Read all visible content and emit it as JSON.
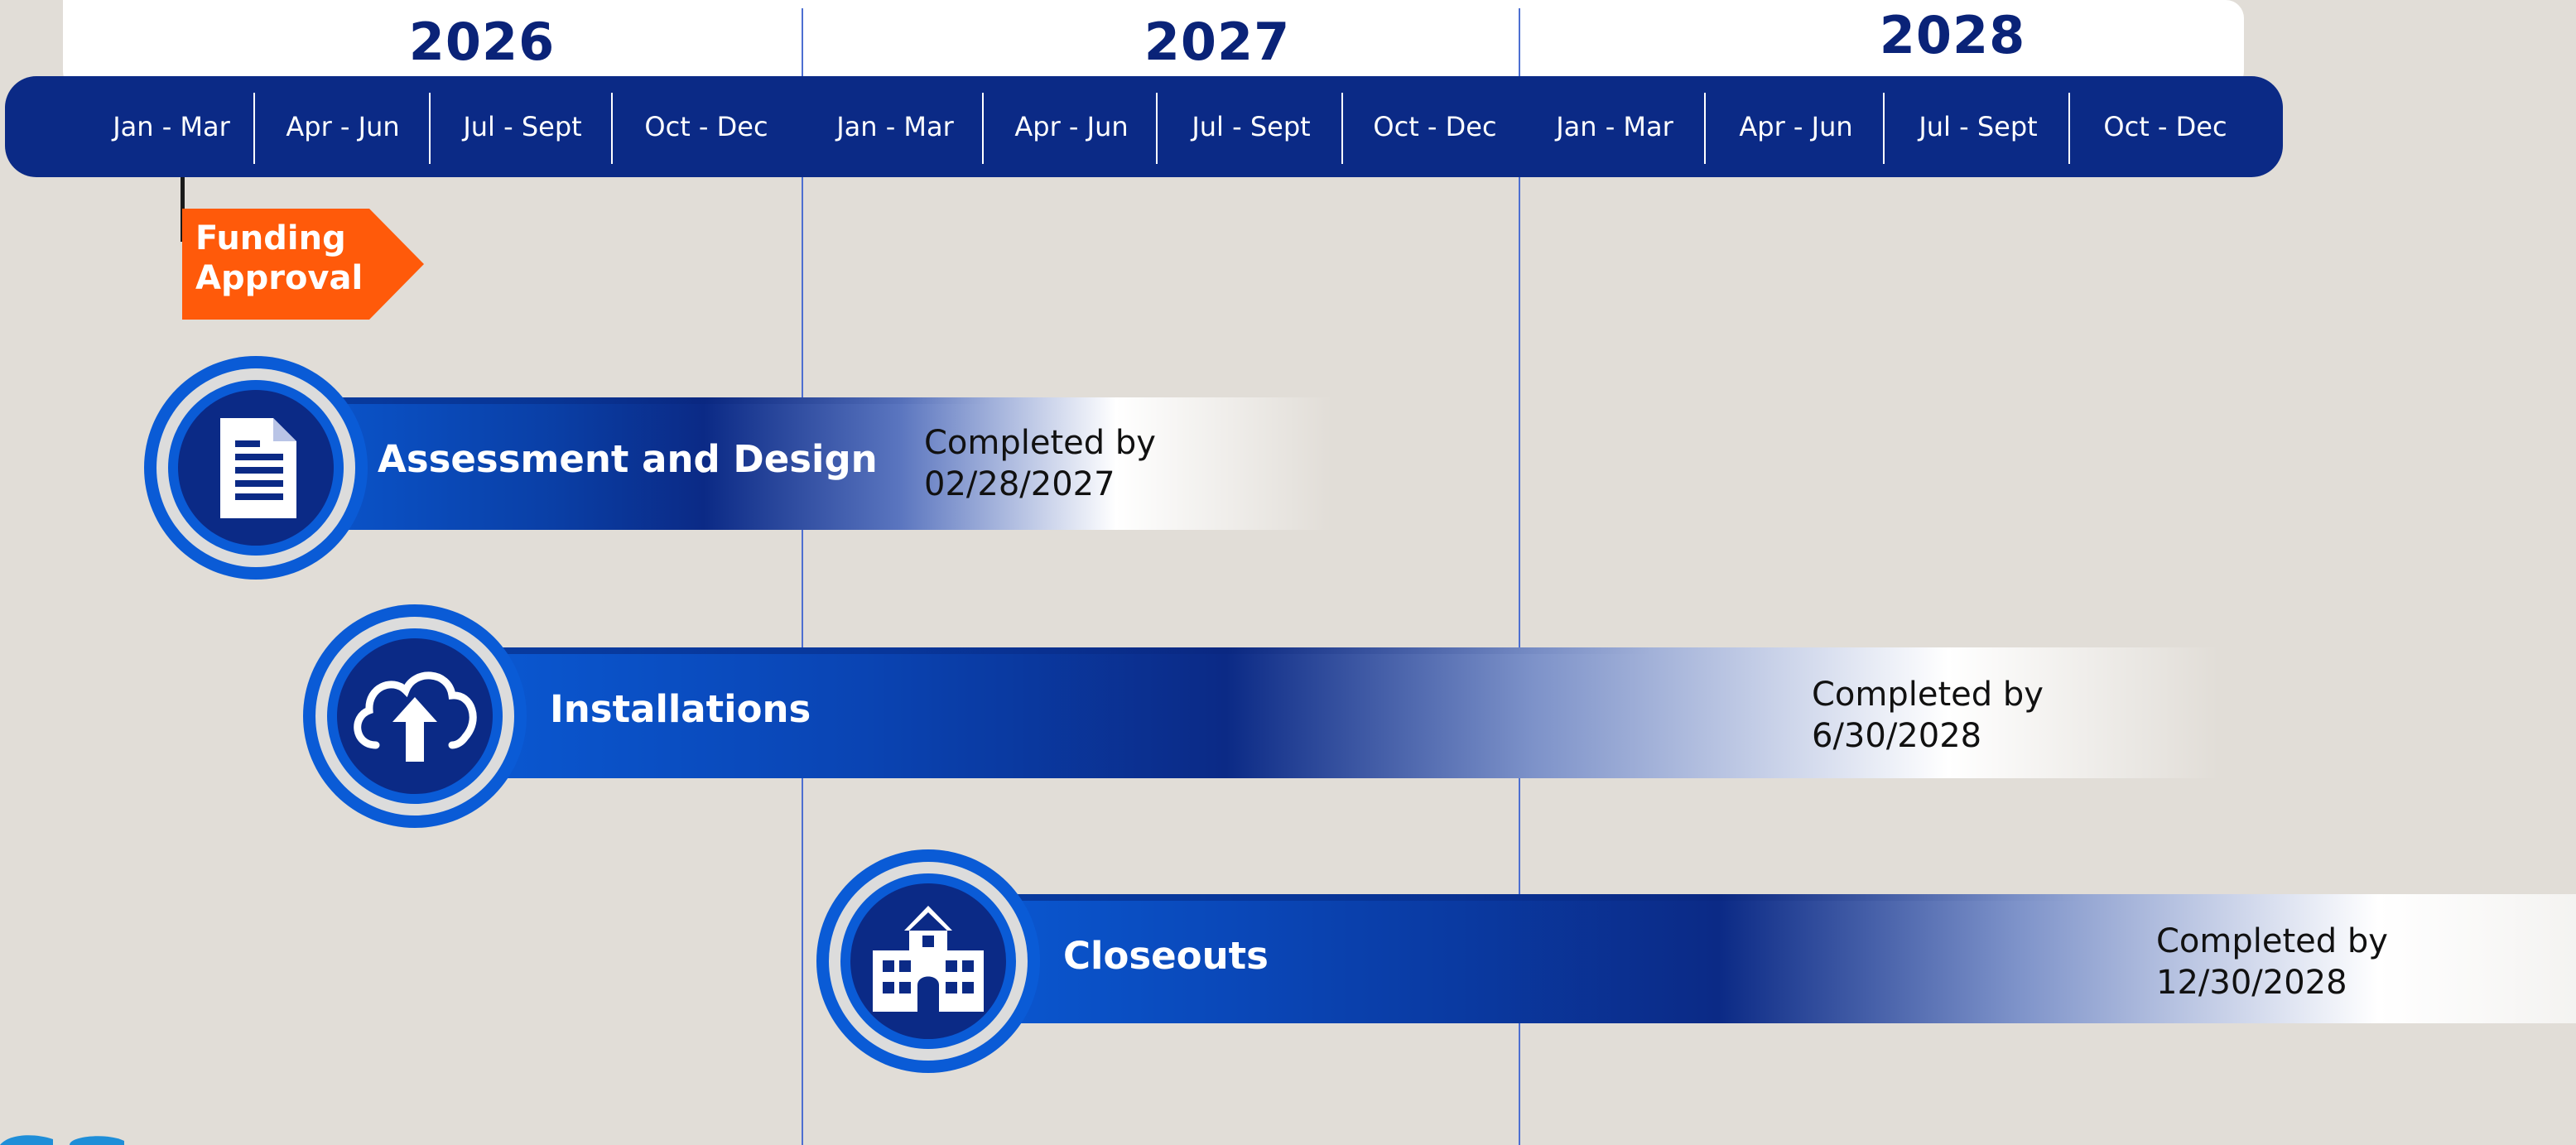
{
  "years": [
    "2026",
    "2027",
    "2028"
  ],
  "quarters": [
    "Jan - Mar",
    "Apr - Jun",
    "Jul - Sept",
    "Oct - Dec",
    "Jan - Mar",
    "Apr - Jun",
    "Jul - Sept",
    "Oct - Dec",
    "Jan - Mar",
    "Apr - Jun",
    "Jul - Sept",
    "Oct - Dec"
  ],
  "milestone": {
    "line1": "Funding",
    "line2": "Approval"
  },
  "phases": [
    {
      "title": "Assessment and Design",
      "completed_label": "Completed by",
      "completed_date": "02/28/2027",
      "icon": "document-icon"
    },
    {
      "title": "Installations",
      "completed_label": "Completed by",
      "completed_date": "6/30/2028",
      "icon": "cloud-upload-icon"
    },
    {
      "title": "Closeouts",
      "completed_label": "Completed by",
      "completed_date": "12/30/2028",
      "icon": "school-building-icon"
    }
  ],
  "colors": {
    "background": "#e1ddd7",
    "navy": "#0b2a86",
    "bright_blue": "#0a5bd6",
    "milestone_orange": "#ff5a0a"
  }
}
